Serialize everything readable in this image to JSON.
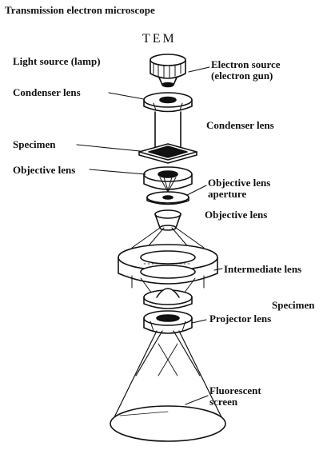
{
  "diagram": {
    "title": "Transmission electron microscope",
    "subtitle": "TEM",
    "labels": {
      "light_source": "Light source (lamp)",
      "electron_source": "Electron source\n(electron gun)",
      "condenser_left": "Condenser lens",
      "condenser_right": "Condenser lens",
      "specimen_left": "Specimen",
      "objective_left": "Objective lens",
      "objective_aperture": "Objective lens\naperture",
      "objective_right": "Objective lens",
      "intermediate": "Intermediate lens",
      "specimen_right": "Specimen",
      "projector": "Projector lens",
      "fluorescent": "Fluorescent\nscreen"
    }
  }
}
